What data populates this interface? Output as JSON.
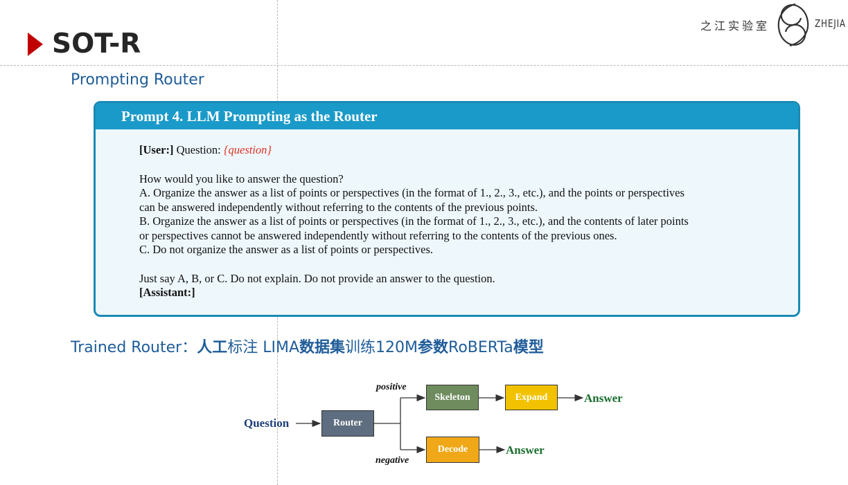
{
  "header": {
    "title": "SOT-R",
    "logo_cn": "之江实验室",
    "logo_en": "ZHEJIA"
  },
  "section1": {
    "heading": "Prompting Router"
  },
  "prompt": {
    "title": "Prompt 4. LLM Prompting as the Router",
    "user_tag": "[User:]",
    "question_label": " Question: ",
    "question_var": "{question}",
    "lines": [
      "How would you like to answer the question?",
      "A. Organize the answer as a list of points or perspectives (in the format of 1., 2., 3., etc.), and the points or perspectives",
      "can be answered independently without referring to the contents of the previous points.",
      "B. Organize the answer as a list of points or perspectives (in the format of 1., 2., 3., etc.), and the contents of later points",
      "or perspectives cannot be answered independently without referring to the contents of the previous ones.",
      "C. Do not organize the answer as a list of points or perspectives."
    ],
    "closing": "Just say A, B, or C. Do not explain. Do not provide an answer to the question.",
    "assistant_tag": "[Assistant:]"
  },
  "section2": {
    "prefix": "Trained Router：",
    "part1": "人工",
    "part2": "标注 LIMA",
    "part3": "数据集",
    "part4": "训练120M",
    "part5": "参数",
    "part6": "RoBERTa",
    "part7": "模型"
  },
  "diagram": {
    "question": "Question",
    "router": "Router",
    "positive": "positive",
    "negative": "negative",
    "skeleton": "Skeleton",
    "expand": "Expand",
    "decode": "Decode",
    "answer_top": "Answer",
    "answer_bottom": "Answer",
    "colors": {
      "router": "#5e6e80",
      "skeleton": "#6e8c5e",
      "expand": "#f2c200",
      "decode": "#f0a818",
      "answer": "#1a6e2e",
      "question": "#1f3f7a"
    }
  }
}
